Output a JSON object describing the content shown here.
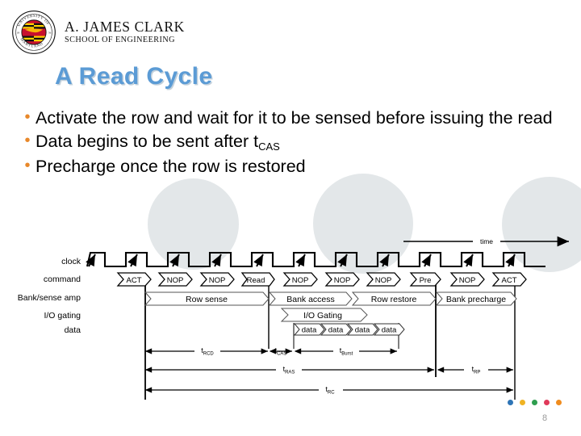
{
  "brand": {
    "line1": "A. JAMES CLARK",
    "line2": "SCHOOL OF ENGINEERING",
    "seal_top_text": "UNIVERSITY OF",
    "seal_bottom_text": "MARYLAND",
    "seal_year_left": "18",
    "seal_year_right": "56"
  },
  "title": "A Read Cycle",
  "bullets": [
    {
      "marker": "•",
      "text": "Activate the row and wait for it to be sensed before issuing the read",
      "sub": ""
    },
    {
      "marker": "•",
      "text": "Data begins to be sent after t",
      "sub": "CAS"
    },
    {
      "marker": "•",
      "text": "Precharge once the row is restored",
      "sub": ""
    }
  ],
  "diagram": {
    "time_axis_label": "time",
    "row_labels": [
      "clock",
      "command",
      "Bank/sense amp",
      "I/O gating",
      "data"
    ],
    "commands": [
      "ACT",
      "NOP",
      "NOP",
      "Read",
      "NOP",
      "NOP",
      "NOP",
      "Pre",
      "NOP",
      "ACT"
    ],
    "bank_sense_amp": [
      "Row sense",
      "Bank access",
      "Row restore",
      "Bank precharge"
    ],
    "io_gating": [
      "I/O Gating"
    ],
    "data_beats": [
      "data",
      "data",
      "data",
      "data"
    ],
    "measurements": [
      {
        "label": "t",
        "sub": "RCD"
      },
      {
        "label": "t",
        "sub": "CAS"
      },
      {
        "label": "t",
        "sub": "Burst"
      },
      {
        "label": "t",
        "sub": "RAS"
      },
      {
        "label": "t",
        "sub": "RP"
      },
      {
        "label": "t",
        "sub": "RC"
      }
    ],
    "clock_cycles": 11
  },
  "footer": {
    "page_number": "8",
    "dot_colors": [
      "#2e75b6",
      "#f0b323",
      "#2e9e4f",
      "#e03a5a",
      "#f08c1e"
    ]
  },
  "colors": {
    "title": "#5b9bd5",
    "bullet_marker": "#e8882a",
    "background_circle": "#e3e7e9",
    "seal_red": "#c8102e",
    "seal_gold": "#ffd200"
  }
}
